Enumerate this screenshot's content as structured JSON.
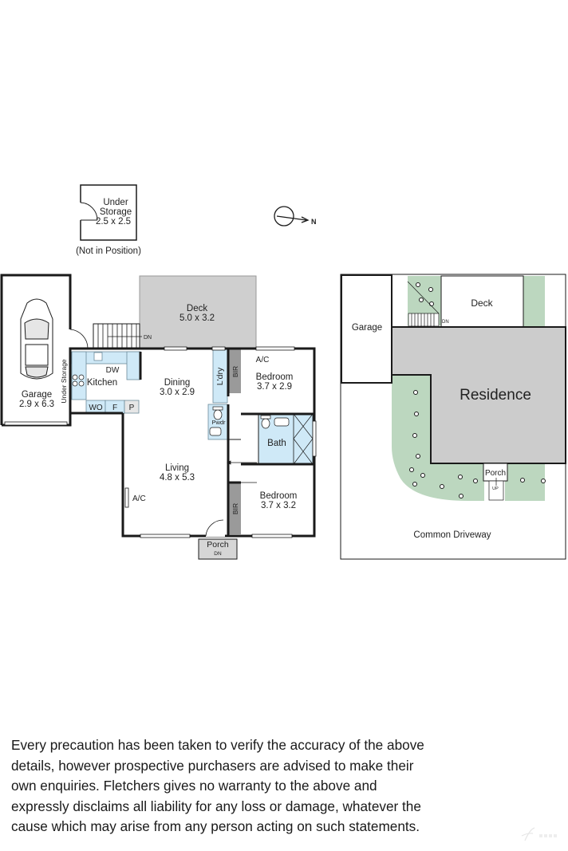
{
  "under_storage": {
    "name": "Under\nStorage",
    "size": "2.5 x 2.5",
    "note": "(Not in Position)"
  },
  "compass": {
    "label": "N"
  },
  "rooms": {
    "deck": {
      "name": "Deck",
      "size": "5.0 x 3.2"
    },
    "garage": {
      "name": "Garage",
      "size": "2.9 x 6.3"
    },
    "kitchen": {
      "name": "Kitchen"
    },
    "under_storage_side": {
      "name": "Under Storage"
    },
    "dw": {
      "name": "DW"
    },
    "wo": {
      "name": "WO"
    },
    "f": {
      "name": "F"
    },
    "p": {
      "name": "P"
    },
    "dining": {
      "name": "Dining",
      "size": "3.0 x 2.9"
    },
    "laundry": {
      "name": "L'dry"
    },
    "bir1": {
      "name": "BIR"
    },
    "bir2": {
      "name": "BIR"
    },
    "bedroom1": {
      "name": "Bedroom",
      "size": "3.7 x 2.9"
    },
    "ac1": {
      "name": "A/C"
    },
    "pwdr": {
      "name": "Pwdr"
    },
    "bath": {
      "name": "Bath"
    },
    "living": {
      "name": "Living",
      "size": "4.8 x 5.3"
    },
    "ac2": {
      "name": "A/C"
    },
    "bedroom2": {
      "name": "Bedroom",
      "size": "3.7 x 3.2"
    },
    "porch": {
      "name": "Porch",
      "stair": "DN"
    },
    "deck_stair": {
      "name": "DN"
    }
  },
  "site": {
    "garage": "Garage",
    "deck": "Deck",
    "deck_stair": "DN",
    "residence": "Residence",
    "porch": "Porch",
    "porch_stair": "UP",
    "driveway": "Common Driveway"
  },
  "disclaimer": "Every precaution has been taken to verify the accuracy of the above details, however prospective purchasers are advised to make their own enquiries. Fletchers gives no warranty to the above and expressly disclaims all liability for any loss or damage, whatever the cause which may arise from any person acting on such statements.",
  "colors": {
    "wall": "#1a1a1a",
    "deck": "#cfcfcf",
    "wet": "#cfe9f7",
    "residence": "#cccccc",
    "garden": "#bcd7bf",
    "bir": "#9a9a9a"
  }
}
